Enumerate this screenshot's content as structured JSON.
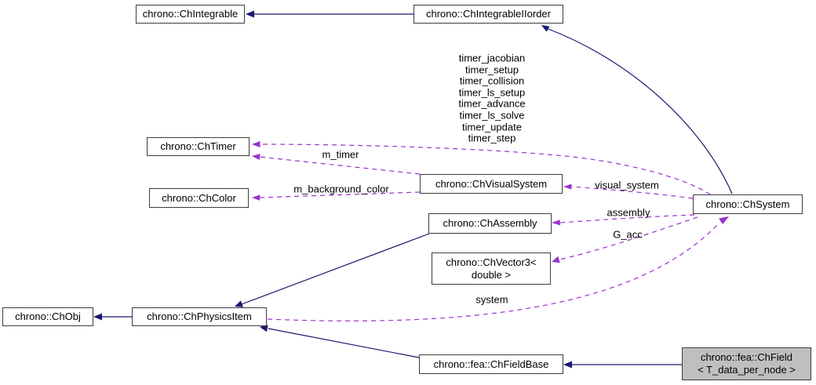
{
  "diagram": {
    "type": "collaboration-graph",
    "colors": {
      "inheritance_edge": "#191970",
      "usage_edge": "#9a32cd",
      "node_border": "#3c3c3c",
      "node_fill": "#ffffff",
      "focus_node_fill": "#bfbfbf",
      "background": "#ffffff",
      "text": "#000000"
    },
    "nodes": {
      "integrable": {
        "label": "chrono::ChIntegrable"
      },
      "integrable_iiorder": {
        "label": "chrono::ChIntegrableIIorder"
      },
      "timer": {
        "label": "chrono::ChTimer"
      },
      "color": {
        "label": "chrono::ChColor"
      },
      "visual_system": {
        "label": "chrono::ChVisualSystem"
      },
      "assembly": {
        "label": "chrono::ChAssembly"
      },
      "vector3": {
        "line1": "chrono::ChVector3<",
        "line2": "double >"
      },
      "obj": {
        "label": "chrono::ChObj"
      },
      "physics_item": {
        "label": "chrono::ChPhysicsItem"
      },
      "field_base": {
        "label": "chrono::fea::ChFieldBase"
      },
      "field": {
        "line1": "chrono::fea::ChField",
        "line2": "< T_data_per_node >"
      },
      "system": {
        "label": "chrono::ChSystem"
      }
    },
    "edge_labels": {
      "timers": "timer_jacobian\ntimer_setup\ntimer_collision\ntimer_ls_setup\ntimer_advance\ntimer_ls_solve\ntimer_update\ntimer_step",
      "m_timer": "m_timer",
      "m_background_color": "m_background_color",
      "visual_system": "visual_system",
      "assembly": "assembly",
      "g_acc": "G_acc",
      "system": "system"
    }
  }
}
